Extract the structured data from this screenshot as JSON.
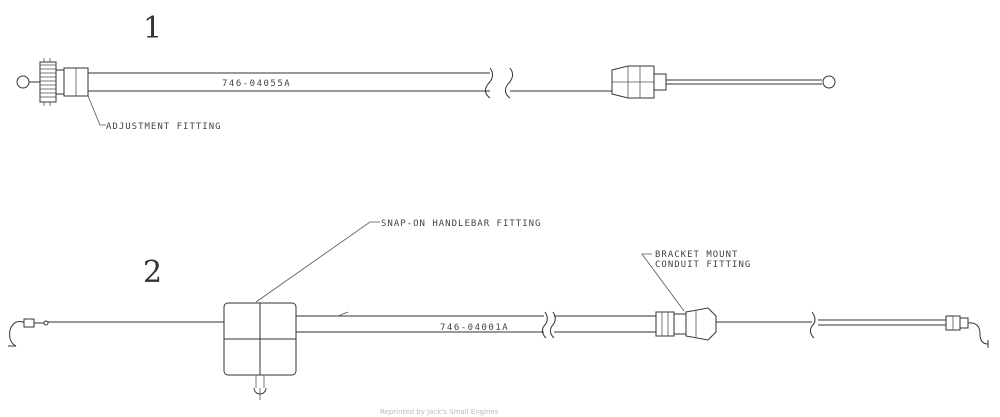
{
  "items": [
    {
      "number": "1",
      "part_number": "746-04055A",
      "callout": "ADJUSTMENT FITTING"
    },
    {
      "number": "2",
      "part_number": "746-04001A",
      "callouts": {
        "handlebar": "SNAP-ON HANDLEBAR FITTING",
        "bracket_line1": "BRACKET MOUNT",
        "bracket_line2": "CONDUIT FITTING"
      }
    }
  ],
  "footer": "Reprinted by Jack's Small Engines",
  "colors": {
    "line": "#333333",
    "text": "#444444"
  }
}
